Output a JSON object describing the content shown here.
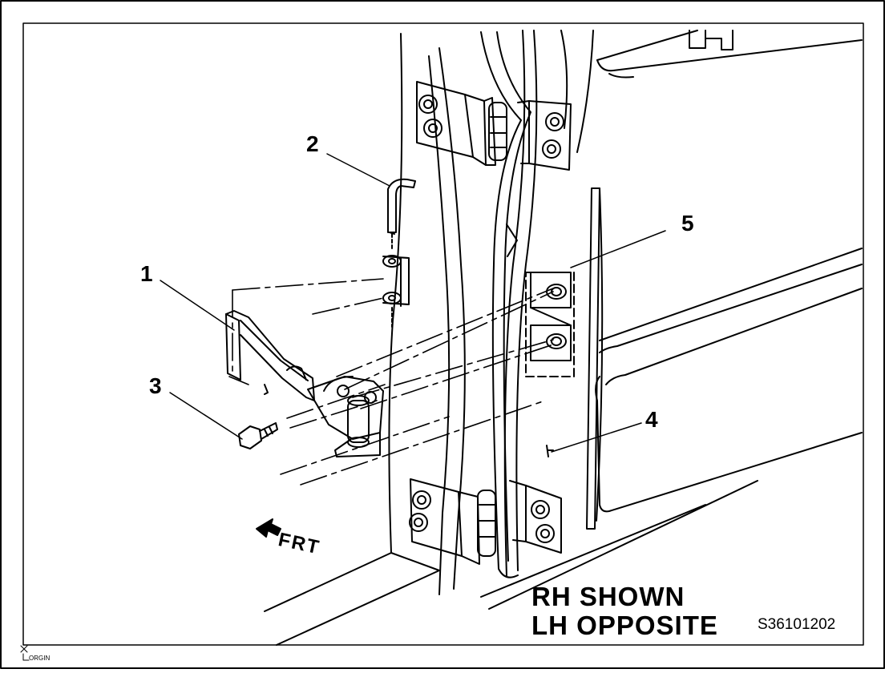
{
  "callouts": {
    "c1": "1",
    "c2": "2",
    "c3": "3",
    "c4": "4",
    "c5": "5"
  },
  "direction_label": "FRT",
  "caption": {
    "line1": "RH SHOWN",
    "line2": "LH OPPOSITE"
  },
  "figure_id": "S36101202",
  "origin_label": "ORGIN"
}
